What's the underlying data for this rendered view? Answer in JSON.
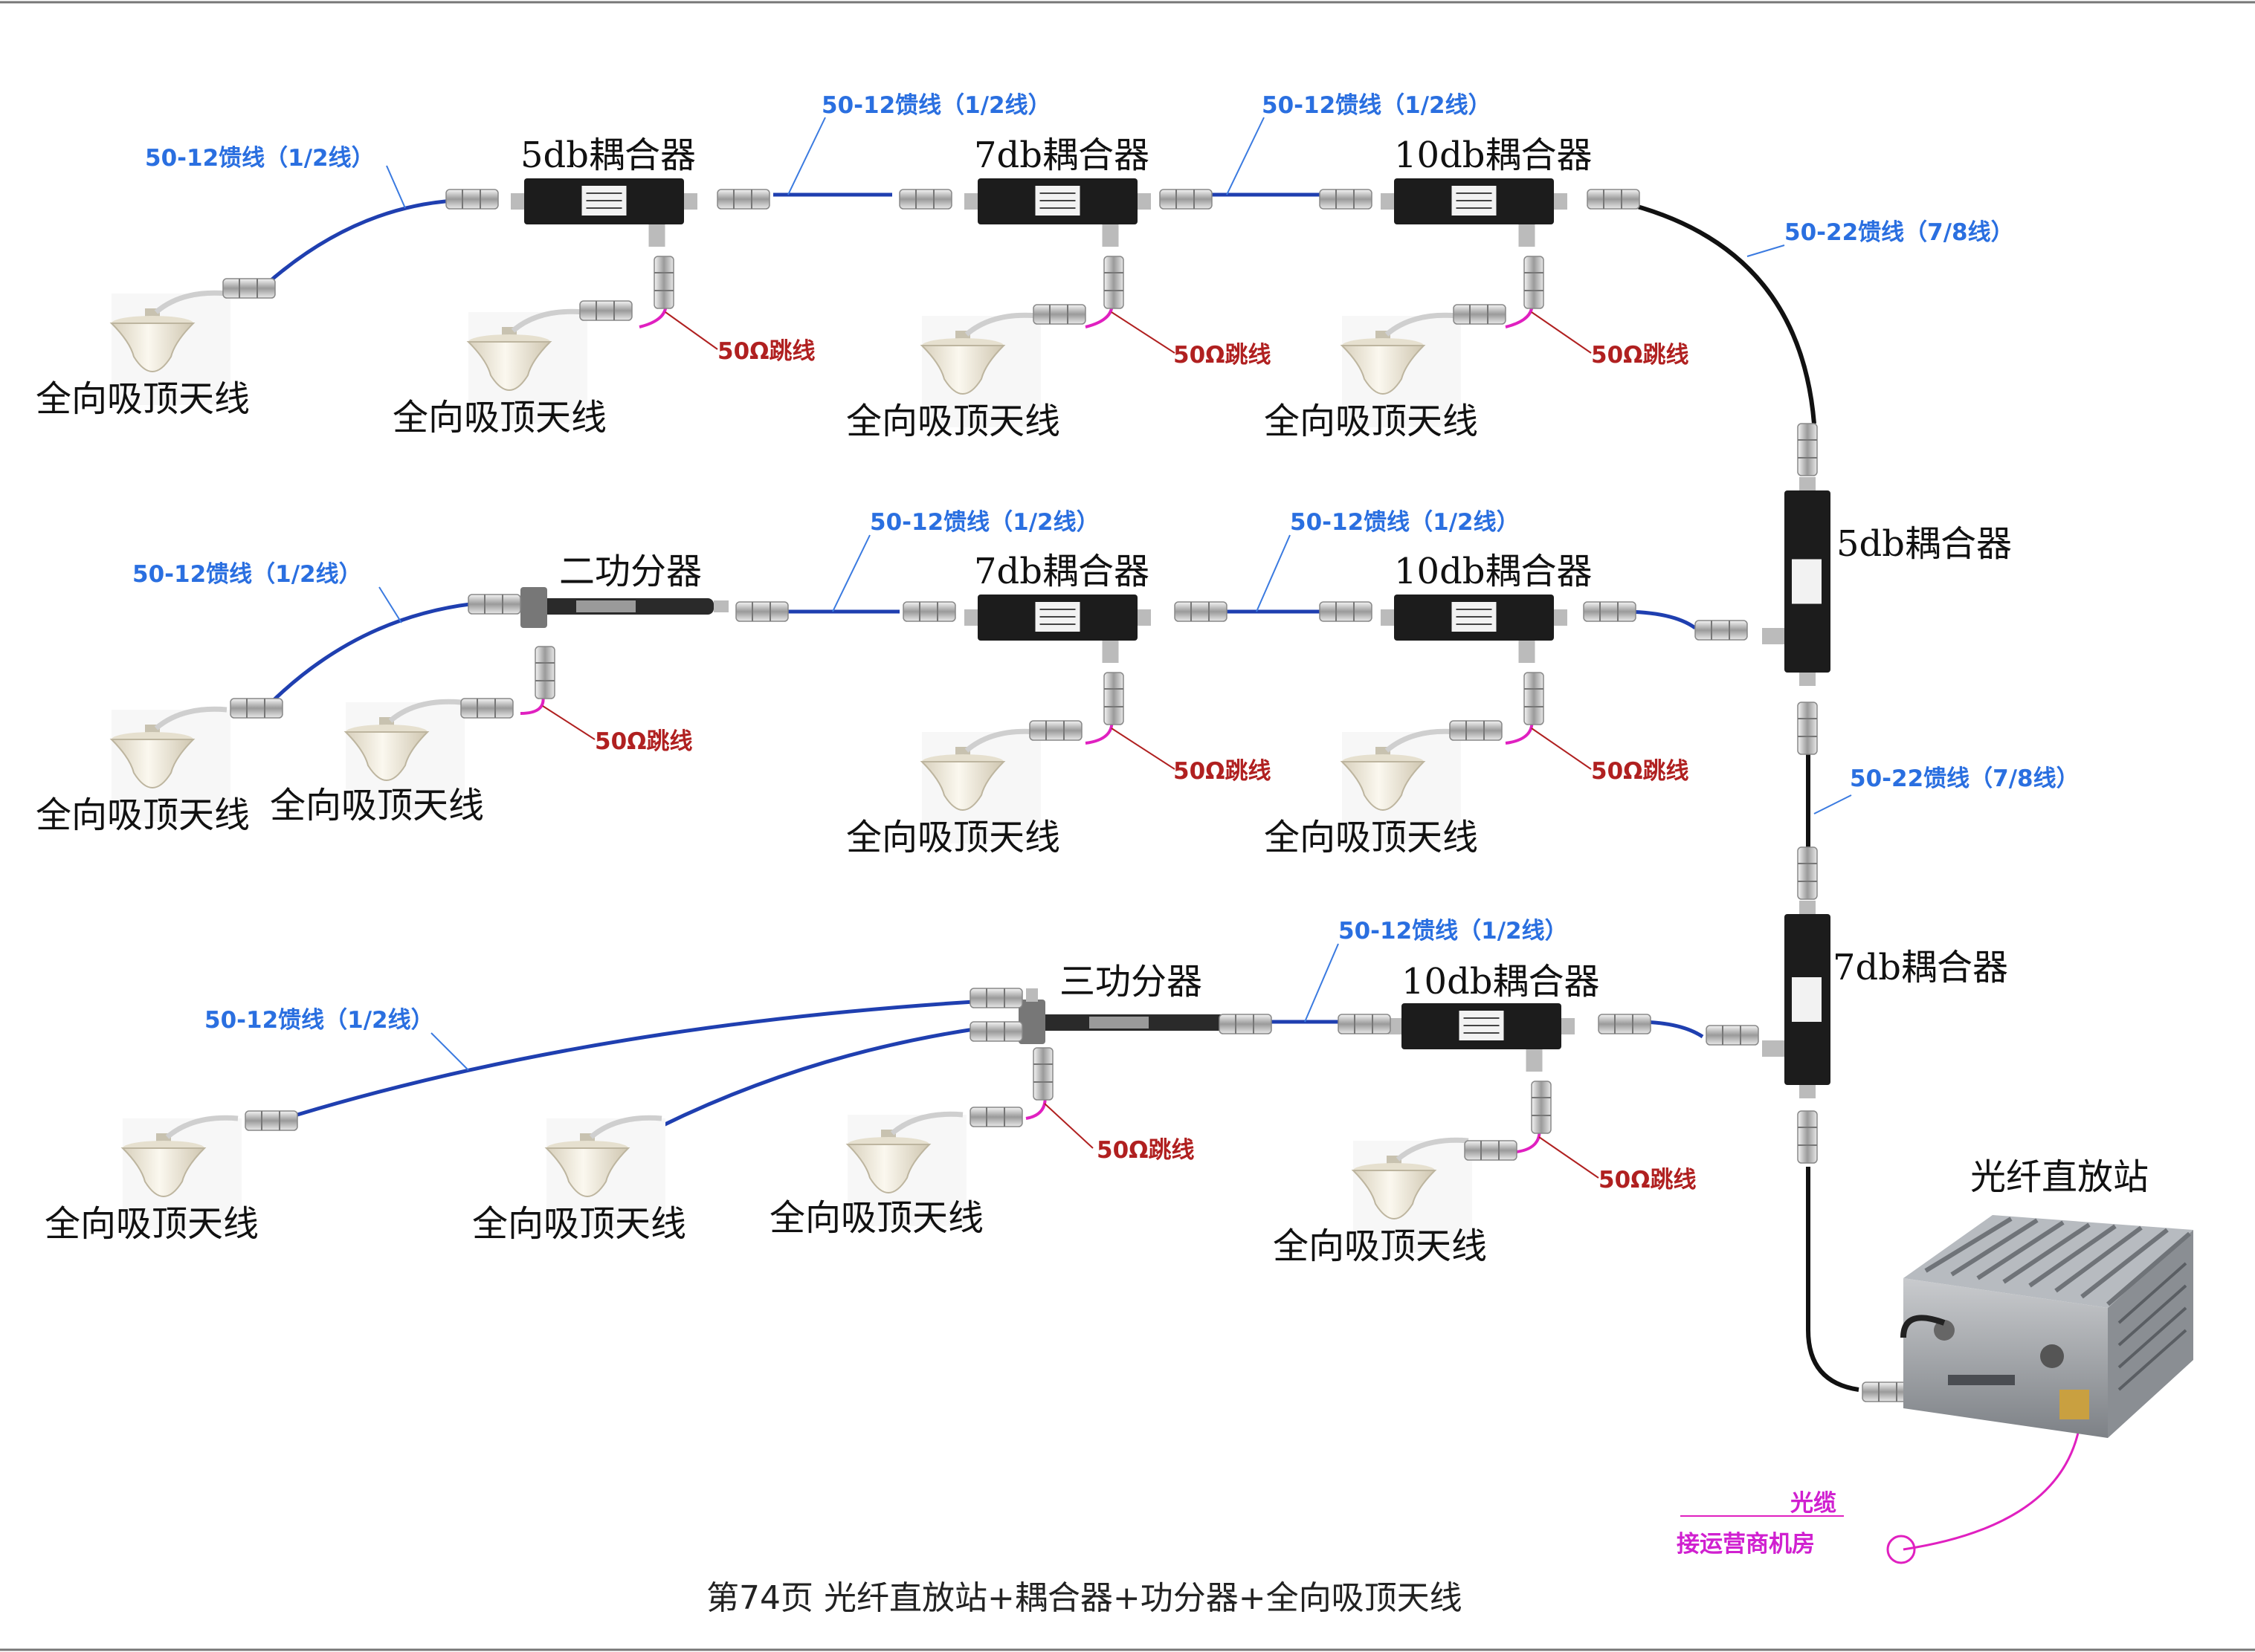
{
  "caption": "第74页  光纤直放站+耦合器+功分器+全向吸顶天线",
  "colors": {
    "feed_half": "#1f3fb0",
    "feed_78": "#111111",
    "feed_label": "#2a6fe0",
    "jumper": "#e020c0",
    "jumper_label": "#b02020",
    "fiber": "#e020c0",
    "fiber_label": "#d020d0"
  },
  "components": {
    "c5_r1": "5db耦合器",
    "c7_r1": "7db耦合器",
    "c10_r1": "10db耦合器",
    "s2": "二功分器",
    "c7_r2": "7db耦合器",
    "c10_r2": "10db耦合器",
    "s3": "三功分器",
    "c10_r3": "10db耦合器",
    "c5_v": "5db耦合器",
    "c7_v": "7db耦合器",
    "repeater": "光纤直放站"
  },
  "antenna_label": "全向吸顶天线",
  "feed_half_label": "50-12馈线（1/2线）",
  "feed_78_label": "50-22馈线（7/8线）",
  "jumper_label": "50Ω跳线",
  "fiber": {
    "cable": "光缆",
    "dest": "接运营商机房"
  },
  "icons": {
    "antenna": "ceiling-antenna-icon",
    "coupler": "coupler-icon",
    "splitter": "power-splitter-icon",
    "connector": "n-connector-icon",
    "repeater": "fiber-repeater-icon"
  }
}
